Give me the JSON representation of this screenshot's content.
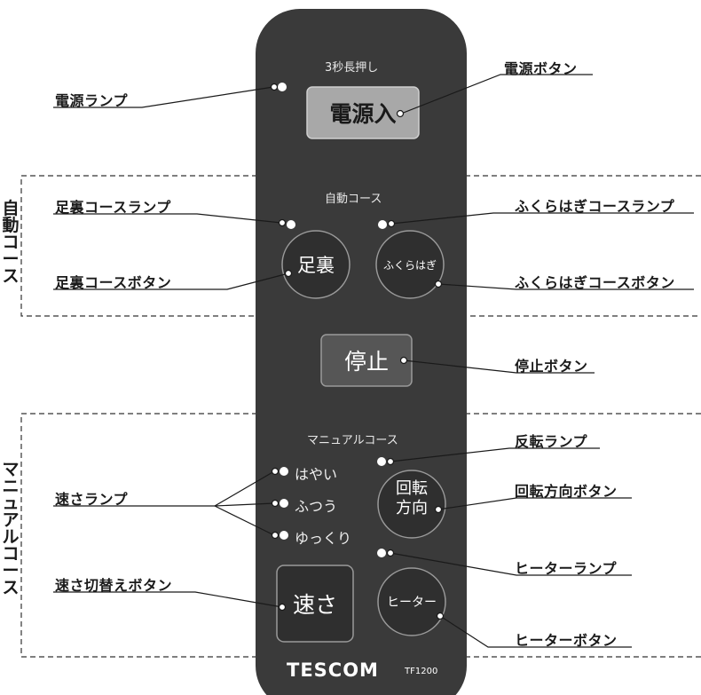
{
  "remote": {
    "hold_hint": "3秒長押し",
    "power_button": "電源入",
    "auto_heading": "自動コース",
    "foot_button": "足裏",
    "calf_button": "ふくらはぎ",
    "stop_button": "停止",
    "manual_heading": "マニュアルコース",
    "speed_options": [
      "はやい",
      "ふつう",
      "ゆっくり"
    ],
    "rotate_button": [
      "回転",
      "方向"
    ],
    "speed_button": "速さ",
    "heater_button": "ヒーター",
    "brand": "TESCOM",
    "model": "TF1200"
  },
  "labels": {
    "power_lamp": "電源ランプ",
    "power_button": "電源ボタン",
    "foot_lamp": "足裏コースランプ",
    "calf_lamp": "ふくらはぎコースランプ",
    "foot_button": "足裏コースボタン",
    "calf_button": "ふくらはぎコースボタン",
    "stop_button": "停止ボタン",
    "reverse_lamp": "反転ランプ",
    "speed_lamp": "速さランプ",
    "rotate_button": "回転方向ボタン",
    "heater_lamp": "ヒーターランプ",
    "speed_switch_button": "速さ切替えボタン",
    "heater_button": "ヒーターボタン"
  },
  "sections": {
    "auto": [
      "自",
      "動",
      "コ",
      "ー",
      "ス"
    ],
    "manual": [
      "マ",
      "ニ",
      "ュ",
      "ア",
      "ル",
      "コ",
      "ー",
      "ス"
    ]
  },
  "colors": {
    "remote_body": "#3a3a3a",
    "power_button_fill": "#a8a8a8",
    "lamp": "#ffffff",
    "leader_line": "#1a1a1a"
  }
}
